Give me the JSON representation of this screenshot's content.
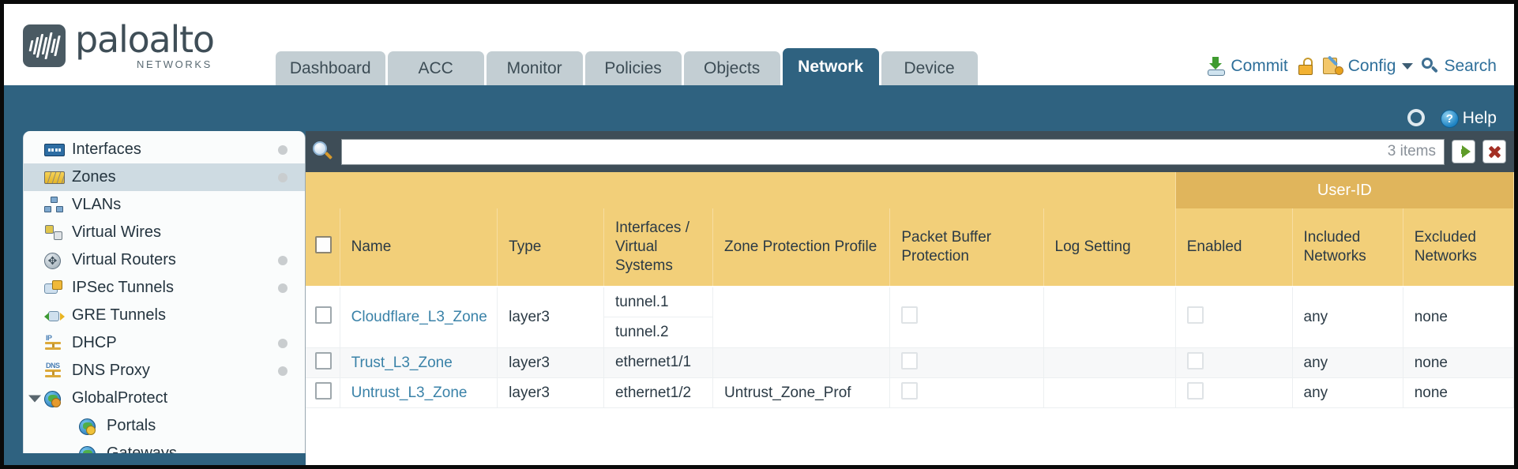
{
  "brand": {
    "name": "paloalto",
    "tagline": "NETWORKS"
  },
  "nav": {
    "tabs": [
      {
        "label": "Dashboard",
        "active": false
      },
      {
        "label": "ACC",
        "active": false
      },
      {
        "label": "Monitor",
        "active": false
      },
      {
        "label": "Policies",
        "active": false
      },
      {
        "label": "Objects",
        "active": false
      },
      {
        "label": "Network",
        "active": true
      },
      {
        "label": "Device",
        "active": false
      }
    ]
  },
  "topactions": {
    "commit": "Commit",
    "config": "Config",
    "search": "Search",
    "lock_icon": "lock-icon",
    "commit_icon": "commit-icon",
    "config_icon": "config-icon",
    "search_icon": "search-icon"
  },
  "subbar": {
    "refresh_icon": "refresh-icon",
    "help": "Help",
    "help_badge": "?"
  },
  "sidebar": {
    "items": [
      {
        "label": "Interfaces",
        "icon": "interfaces-icon",
        "dot": true,
        "selected": false,
        "child": false,
        "twisty": false
      },
      {
        "label": "Zones",
        "icon": "zones-icon",
        "dot": true,
        "selected": true,
        "child": false,
        "twisty": false
      },
      {
        "label": "VLANs",
        "icon": "vlans-icon",
        "dot": false,
        "selected": false,
        "child": false,
        "twisty": false
      },
      {
        "label": "Virtual Wires",
        "icon": "virtual-wires-icon",
        "dot": false,
        "selected": false,
        "child": false,
        "twisty": false
      },
      {
        "label": "Virtual Routers",
        "icon": "virtual-routers-icon",
        "dot": true,
        "selected": false,
        "child": false,
        "twisty": false
      },
      {
        "label": "IPSec Tunnels",
        "icon": "ipsec-tunnels-icon",
        "dot": true,
        "selected": false,
        "child": false,
        "twisty": false
      },
      {
        "label": "GRE Tunnels",
        "icon": "gre-tunnels-icon",
        "dot": false,
        "selected": false,
        "child": false,
        "twisty": false
      },
      {
        "label": "DHCP",
        "icon": "dhcp-icon",
        "dot": true,
        "selected": false,
        "child": false,
        "twisty": false
      },
      {
        "label": "DNS Proxy",
        "icon": "dns-proxy-icon",
        "dot": true,
        "selected": false,
        "child": false,
        "twisty": false
      },
      {
        "label": "GlobalProtect",
        "icon": "globalprotect-icon",
        "dot": false,
        "selected": false,
        "child": false,
        "twisty": true
      },
      {
        "label": "Portals",
        "icon": "portals-icon",
        "dot": false,
        "selected": false,
        "child": true,
        "twisty": false
      },
      {
        "label": "Gateways",
        "icon": "gateways-icon",
        "dot": false,
        "selected": false,
        "child": true,
        "twisty": false
      }
    ]
  },
  "toolbar": {
    "search_placeholder": "",
    "search_value": "",
    "items_count": "3 items",
    "apply_icon": "apply-filter-icon",
    "clear_icon": "clear-filter-icon"
  },
  "table": {
    "group_header": "User-ID",
    "columns": [
      "Name",
      "Type",
      "Interfaces / Virtual Systems",
      "Zone Protection Profile",
      "Packet Buffer Protection",
      "Log Setting",
      "Enabled",
      "Included Networks",
      "Excluded Networks"
    ],
    "rows": [
      {
        "name": "Cloudflare_L3_Zone",
        "type": "layer3",
        "interfaces": [
          "tunnel.1",
          "tunnel.2"
        ],
        "zone_protection_profile": "",
        "packet_buffer_protection": false,
        "log_setting": "",
        "userid_enabled": false,
        "included_networks": "any",
        "excluded_networks": "none"
      },
      {
        "name": "Trust_L3_Zone",
        "type": "layer3",
        "interfaces": [
          "ethernet1/1"
        ],
        "zone_protection_profile": "",
        "packet_buffer_protection": false,
        "log_setting": "",
        "userid_enabled": false,
        "included_networks": "any",
        "excluded_networks": "none"
      },
      {
        "name": "Untrust_L3_Zone",
        "type": "layer3",
        "interfaces": [
          "ethernet1/2"
        ],
        "zone_protection_profile": "Untrust_Zone_Prof",
        "packet_buffer_protection": false,
        "log_setting": "",
        "userid_enabled": false,
        "included_networks": "any",
        "excluded_networks": "none"
      }
    ]
  },
  "colors": {
    "brand_blue": "#2f6280",
    "header_yellow": "#f2cf79",
    "group_yellow": "#e0b55c",
    "link_blue": "#3a82a8",
    "panel_dark": "#3e4d57"
  }
}
